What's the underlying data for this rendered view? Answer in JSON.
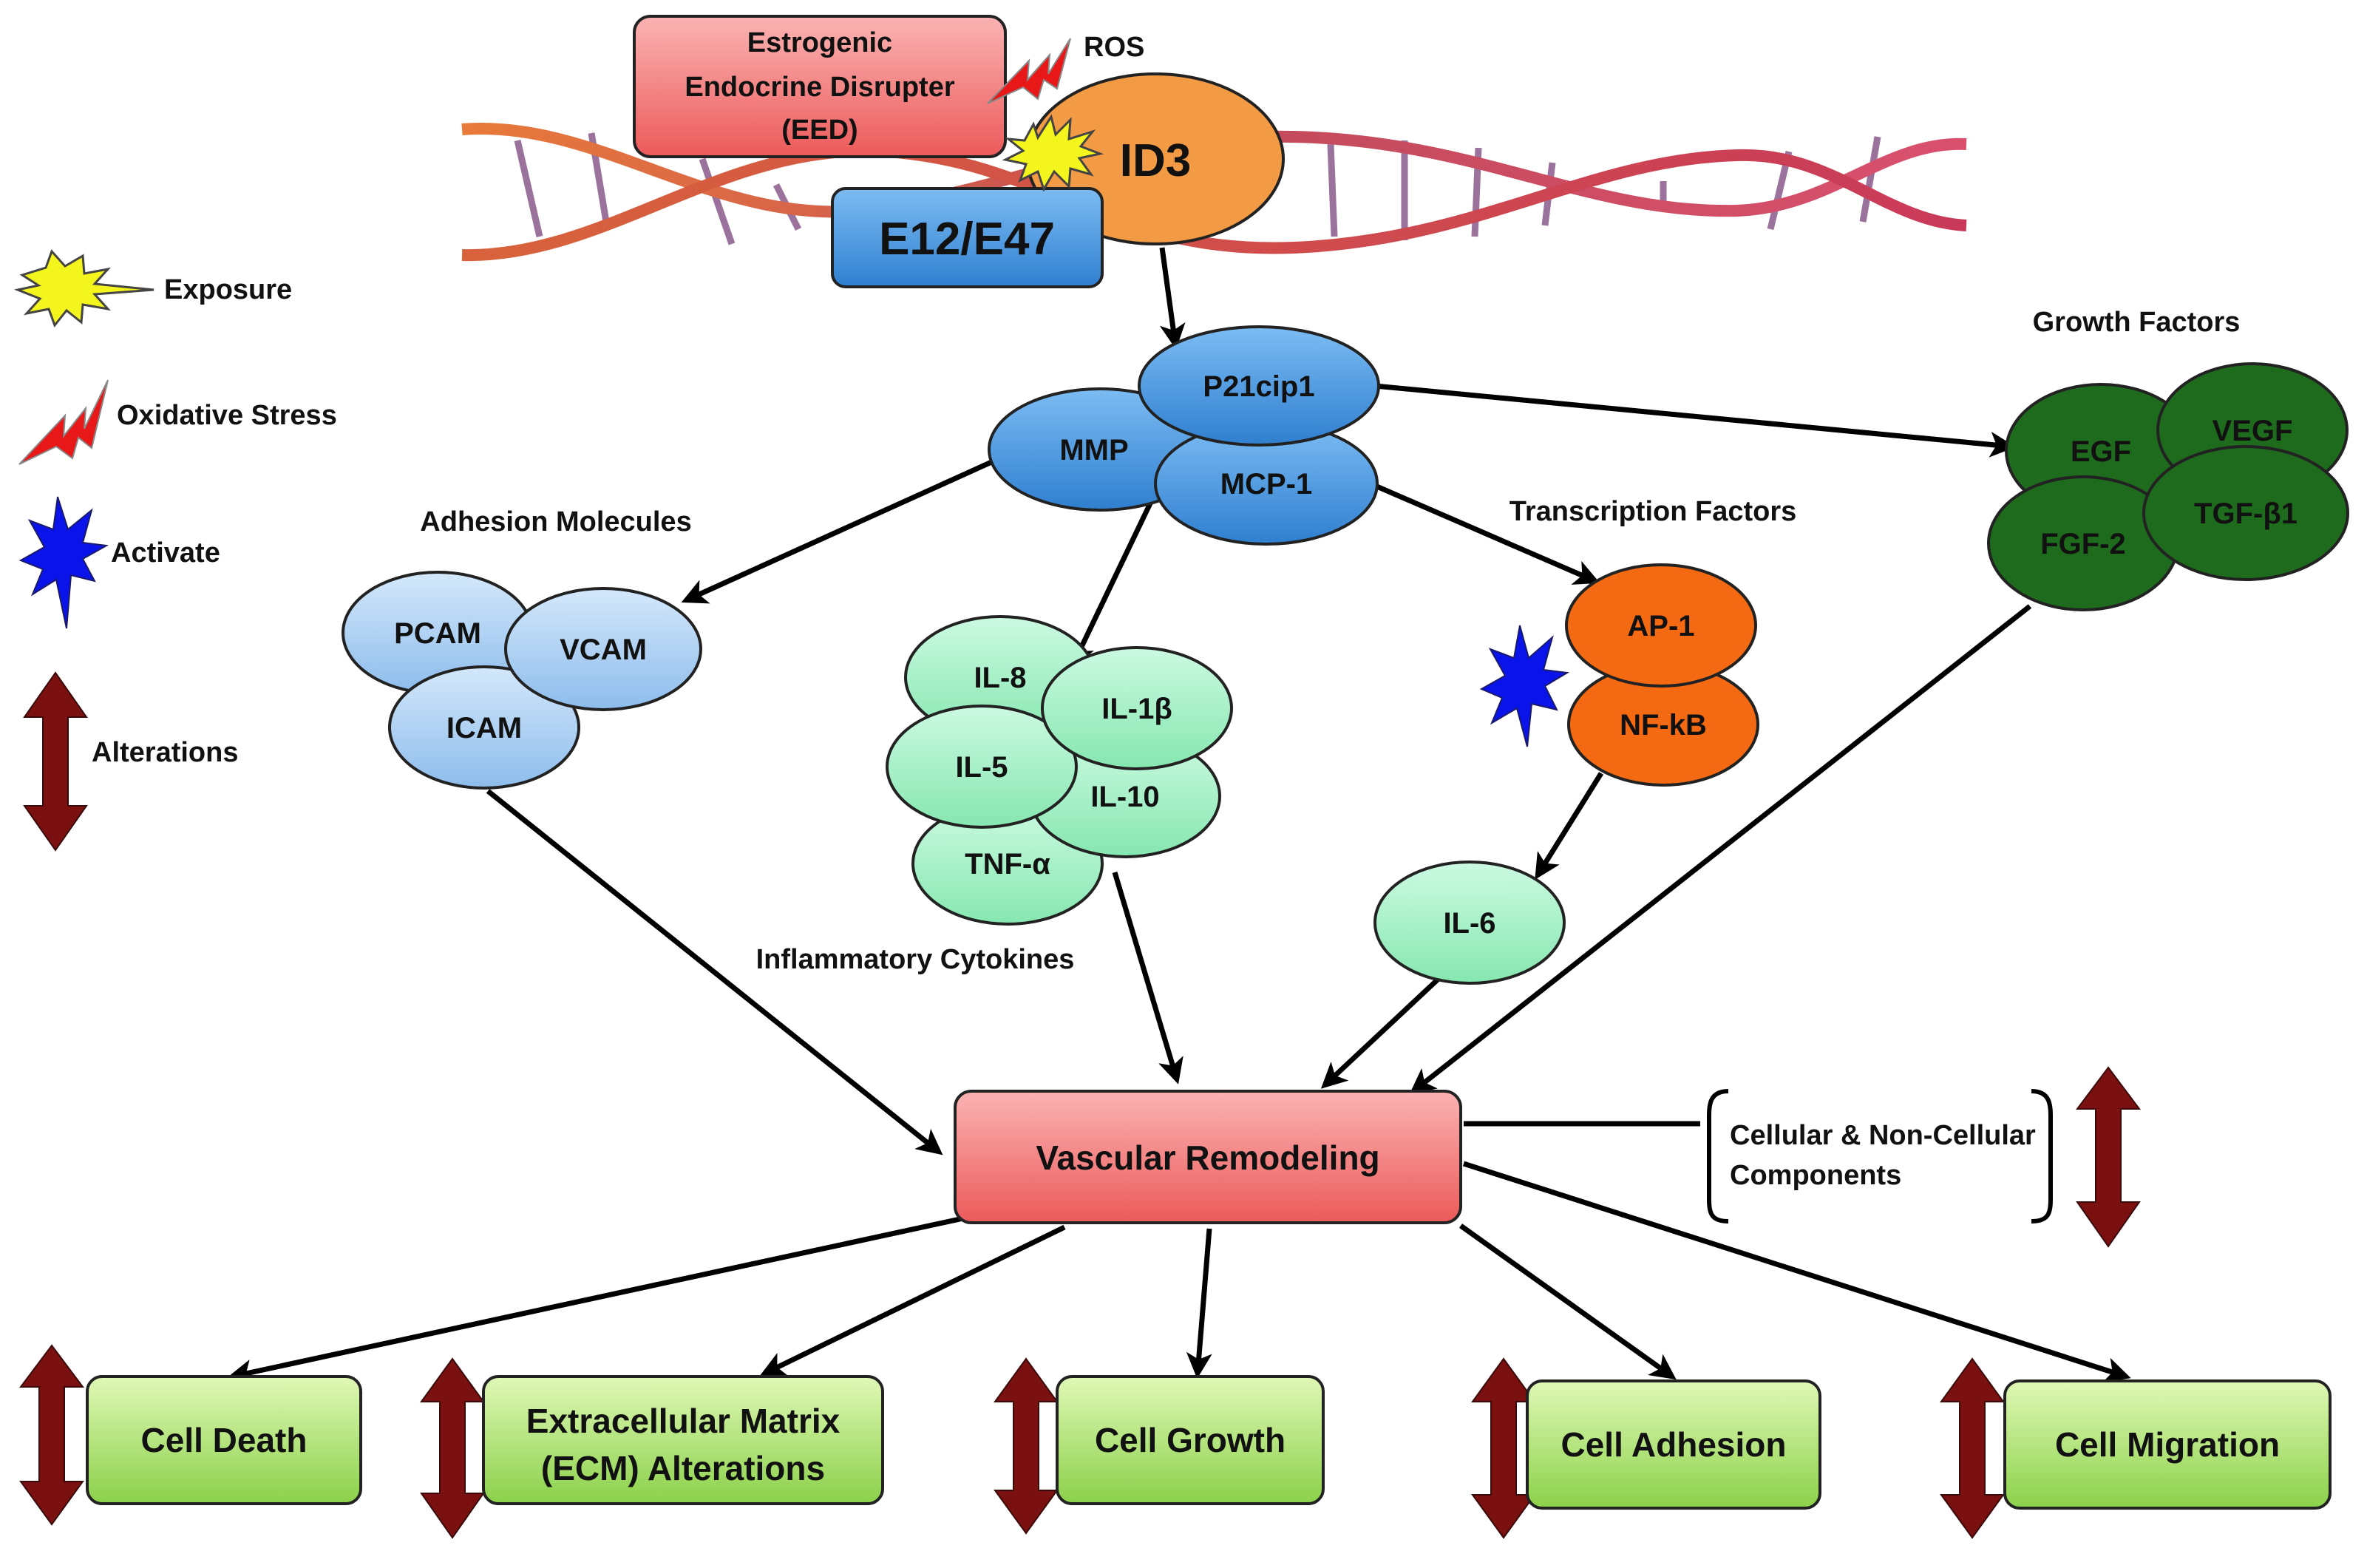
{
  "top": {
    "eed_lines": [
      "Estrogenic",
      "Endocrine Disrupter",
      "(EED)"
    ],
    "ros": "ROS",
    "id3": "ID3",
    "e12": "E12/E47"
  },
  "legend": {
    "exposure": "Exposure",
    "oxidative": "Oxidative Stress",
    "activate": "Activate",
    "alterations": "Alterations"
  },
  "hub": {
    "p21": "P21cip1",
    "mmp": "MMP",
    "mcp1": "MCP-1"
  },
  "adhesion": {
    "title": "Adhesion Molecules",
    "pcam": "PCAM",
    "vcam": "VCAM",
    "icam": "ICAM"
  },
  "cytokines": {
    "title": "Inflammatory Cytokines",
    "il8": "IL-8",
    "il1b": "IL-1β",
    "il5": "IL-5",
    "il10": "IL-10",
    "tnfa": "TNF-α"
  },
  "transcription": {
    "title": "Transcription Factors",
    "ap1": "AP-1",
    "nfkb": "NF-kB",
    "il6": "IL-6"
  },
  "growth": {
    "title": "Growth Factors",
    "egf": "EGF",
    "vegf": "VEGF",
    "fgf2": "FGF-2",
    "tgfb1": "TGF-β1"
  },
  "remodeling": {
    "title": "Vascular Remodeling",
    "components_lines": [
      "Cellular & Non-Cellular",
      "Components"
    ]
  },
  "outcomes": {
    "cell_death": "Cell Death",
    "ecm_lines": [
      "Extracellular Matrix",
      "(ECM) Alterations"
    ],
    "cell_growth": "Cell Growth",
    "cell_adhesion": "Cell Adhesion",
    "cell_migration": "Cell Migration"
  },
  "colors": {
    "eed": "#f07a7a",
    "id3": "#f39a45",
    "blue_node": "#4a94dc",
    "light_blue": "#a9cdf2",
    "mint": "#a6f0c8",
    "orange_node": "#f36a12",
    "green_node": "#1e6b1e",
    "outcome": "#a6e05e",
    "alteration": "#7a1010"
  }
}
